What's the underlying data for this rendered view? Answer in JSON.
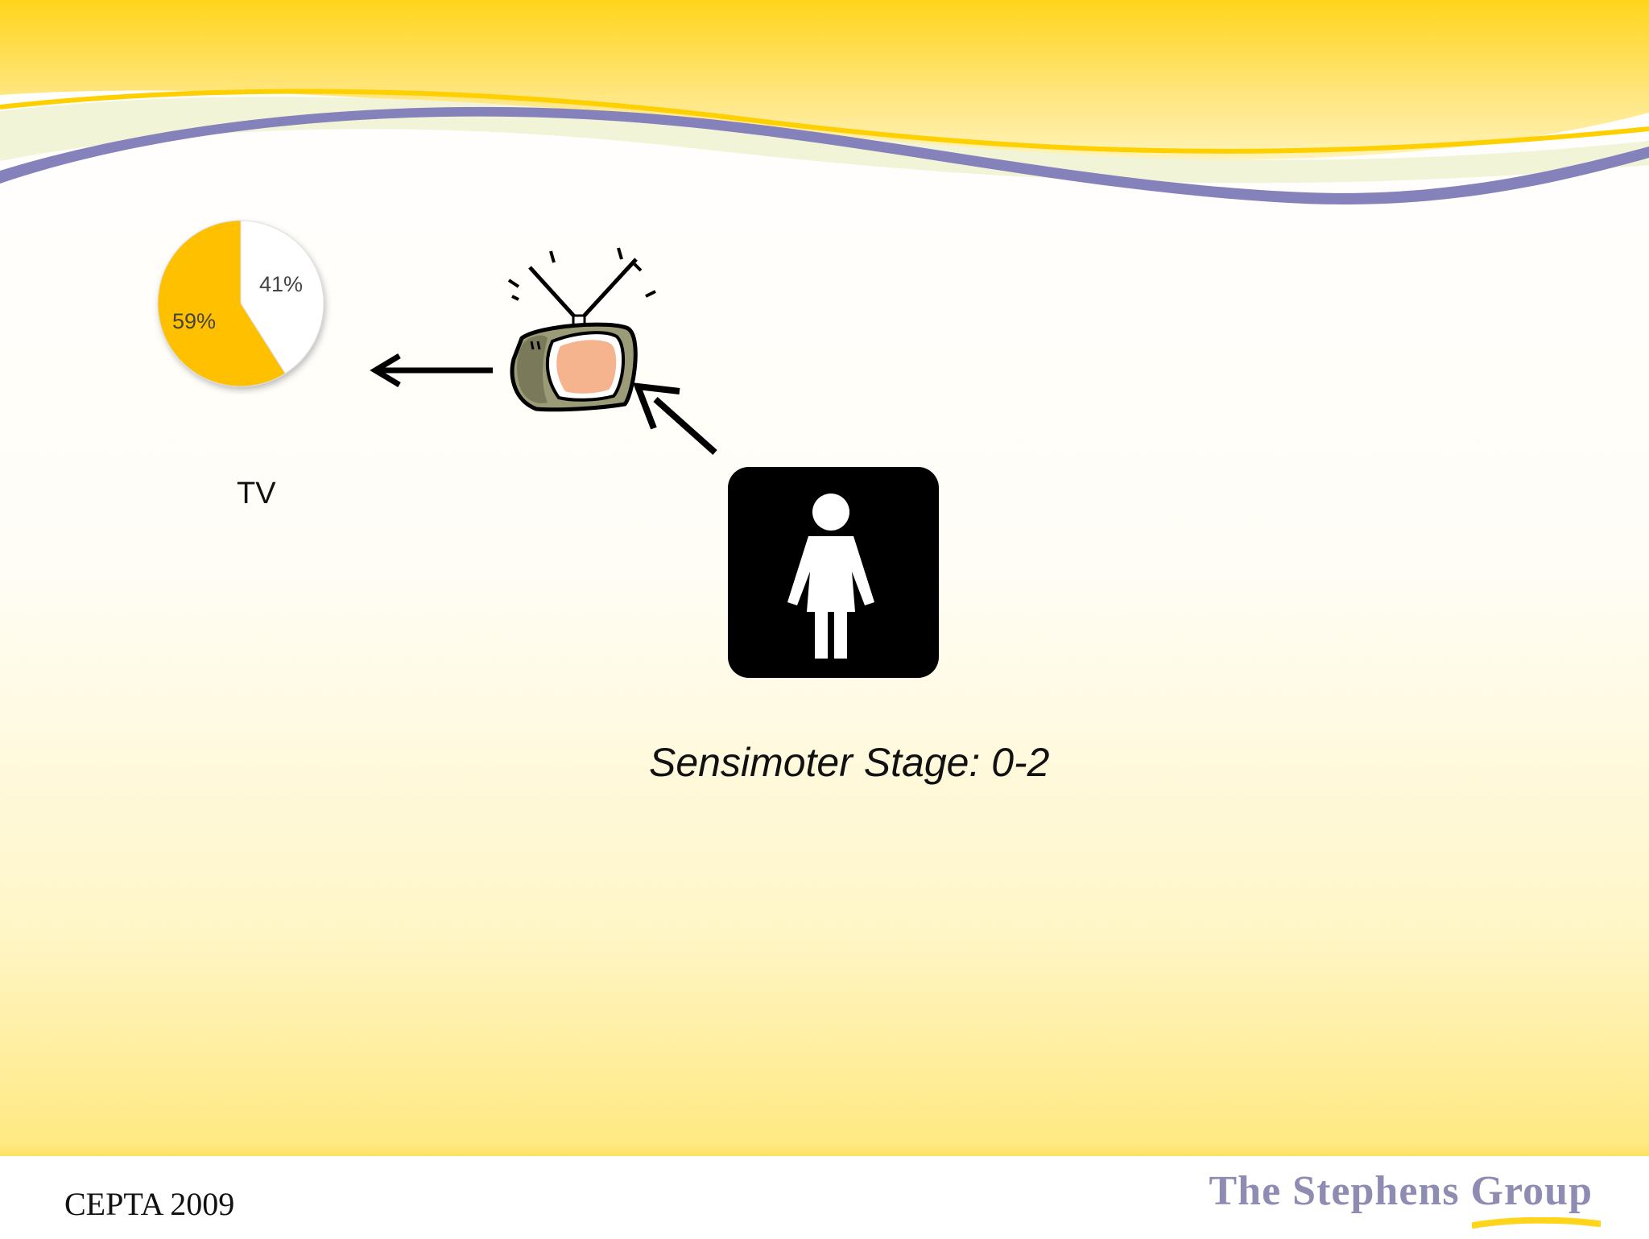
{
  "slide": {
    "chart_caption": "TV",
    "stage_caption": "Sensimoter Stage: 0-2",
    "footer_left": "CEPTA 2009",
    "footer_logo": "The Stephens Group"
  },
  "chart_data": {
    "type": "pie",
    "title": "",
    "slices": [
      {
        "label": "41%",
        "value": 41,
        "color": "#ffffff"
      },
      {
        "label": "59%",
        "value": 59,
        "color": "#ffc000"
      }
    ]
  },
  "icons": {
    "tv": "tv-icon",
    "person": "person-icon",
    "arrow_left": "arrow-left-icon",
    "arrow_up_left": "arrow-up-left-icon"
  },
  "colors": {
    "header_yellow": "#ffd51c",
    "header_purple": "#8581ba",
    "pie_yellow": "#ffc000",
    "logo_text": "#8e8cb3"
  }
}
